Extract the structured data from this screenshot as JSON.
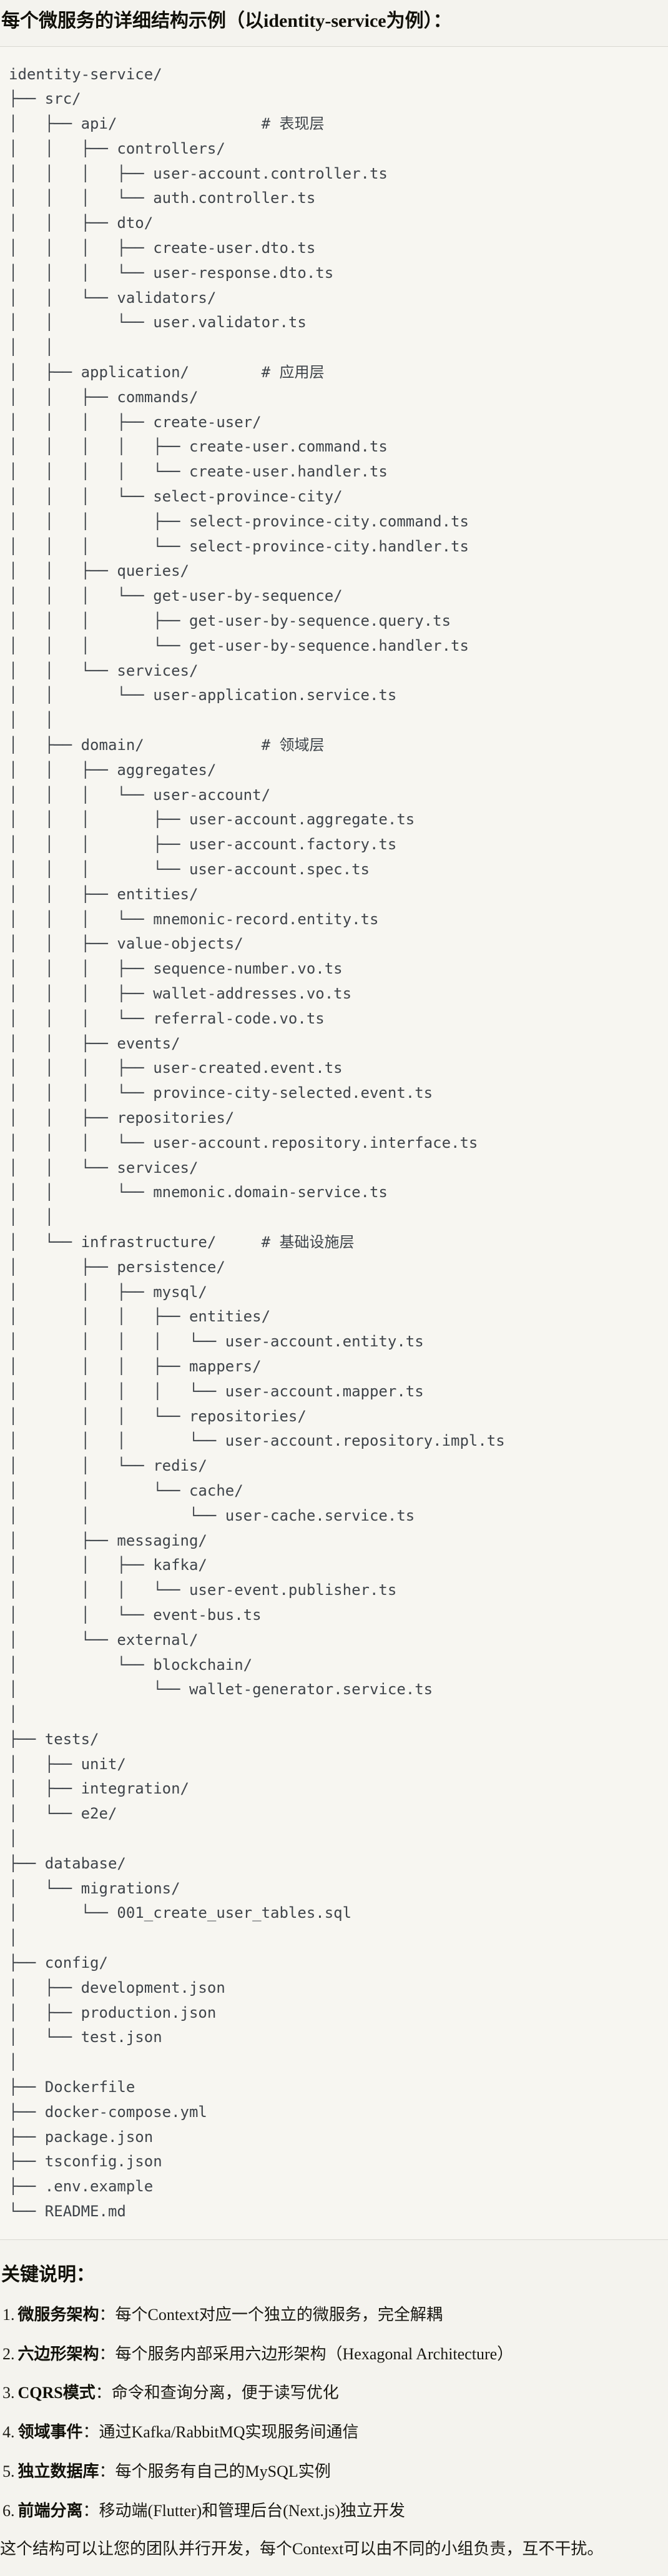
{
  "page": {
    "title": "每个微服务的详细结构示例（以identity-service为例）："
  },
  "colors": {
    "page_background": "#f4f3ee",
    "code_background": "#f7f6f1",
    "code_text": "#3f444a",
    "body_text": "#1a1913",
    "divider": "#d9d8d2"
  },
  "tree": {
    "lines": [
      "identity-service/",
      "├── src/",
      "│   ├── api/                # 表现层",
      "│   │   ├── controllers/",
      "│   │   │   ├── user-account.controller.ts",
      "│   │   │   └── auth.controller.ts",
      "│   │   ├── dto/",
      "│   │   │   ├── create-user.dto.ts",
      "│   │   │   └── user-response.dto.ts",
      "│   │   └── validators/",
      "│   │       └── user.validator.ts",
      "│   │",
      "│   ├── application/        # 应用层",
      "│   │   ├── commands/",
      "│   │   │   ├── create-user/",
      "│   │   │   │   ├── create-user.command.ts",
      "│   │   │   │   └── create-user.handler.ts",
      "│   │   │   └── select-province-city/",
      "│   │   │       ├── select-province-city.command.ts",
      "│   │   │       └── select-province-city.handler.ts",
      "│   │   ├── queries/",
      "│   │   │   └── get-user-by-sequence/",
      "│   │   │       ├── get-user-by-sequence.query.ts",
      "│   │   │       └── get-user-by-sequence.handler.ts",
      "│   │   └── services/",
      "│   │       └── user-application.service.ts",
      "│   │",
      "│   ├── domain/             # 领域层",
      "│   │   ├── aggregates/",
      "│   │   │   └── user-account/",
      "│   │   │       ├── user-account.aggregate.ts",
      "│   │   │       ├── user-account.factory.ts",
      "│   │   │       └── user-account.spec.ts",
      "│   │   ├── entities/",
      "│   │   │   └── mnemonic-record.entity.ts",
      "│   │   ├── value-objects/",
      "│   │   │   ├── sequence-number.vo.ts",
      "│   │   │   ├── wallet-addresses.vo.ts",
      "│   │   │   └── referral-code.vo.ts",
      "│   │   ├── events/",
      "│   │   │   ├── user-created.event.ts",
      "│   │   │   └── province-city-selected.event.ts",
      "│   │   ├── repositories/",
      "│   │   │   └── user-account.repository.interface.ts",
      "│   │   └── services/",
      "│   │       └── mnemonic.domain-service.ts",
      "│   │",
      "│   └── infrastructure/     # 基础设施层",
      "│       ├── persistence/",
      "│       │   ├── mysql/",
      "│       │   │   ├── entities/",
      "│       │   │   │   └── user-account.entity.ts",
      "│       │   │   ├── mappers/",
      "│       │   │   │   └── user-account.mapper.ts",
      "│       │   │   └── repositories/",
      "│       │   │       └── user-account.repository.impl.ts",
      "│       │   └── redis/",
      "│       │       └── cache/",
      "│       │           └── user-cache.service.ts",
      "│       ├── messaging/",
      "│       │   ├── kafka/",
      "│       │   │   └── user-event.publisher.ts",
      "│       │   └── event-bus.ts",
      "│       └── external/",
      "│           └── blockchain/",
      "│               └── wallet-generator.service.ts",
      "│",
      "├── tests/",
      "│   ├── unit/",
      "│   ├── integration/",
      "│   └── e2e/",
      "│",
      "├── database/",
      "│   └── migrations/",
      "│       └── 001_create_user_tables.sql",
      "│",
      "├── config/",
      "│   ├── development.json",
      "│   ├── production.json",
      "│   └── test.json",
      "│",
      "├── Dockerfile",
      "├── docker-compose.yml",
      "├── package.json",
      "├── tsconfig.json",
      "├── .env.example",
      "└── README.md"
    ]
  },
  "notes": {
    "heading": "关键说明：",
    "items": [
      {
        "num": "1.",
        "term": "微服务架构",
        "sep": "：",
        "desc": "每个Context对应一个独立的微服务，完全解耦"
      },
      {
        "num": "2.",
        "term": "六边形架构",
        "sep": "：",
        "desc": "每个服务内部采用六边形架构（Hexagonal Architecture）"
      },
      {
        "num": "3.",
        "term": "CQRS模式",
        "sep": "：",
        "desc": "命令和查询分离，便于读写优化"
      },
      {
        "num": "4.",
        "term": "领域事件",
        "sep": "：",
        "desc": "通过Kafka/RabbitMQ实现服务间通信"
      },
      {
        "num": "5.",
        "term": "独立数据库",
        "sep": "：",
        "desc": "每个服务有自己的MySQL实例"
      },
      {
        "num": "6.",
        "term": "前端分离",
        "sep": "：",
        "desc": "移动端(Flutter)和管理后台(Next.js)独立开发"
      }
    ],
    "footer": "这个结构可以让您的团队并行开发，每个Context可以由不同的小组负责，互不干扰。"
  }
}
